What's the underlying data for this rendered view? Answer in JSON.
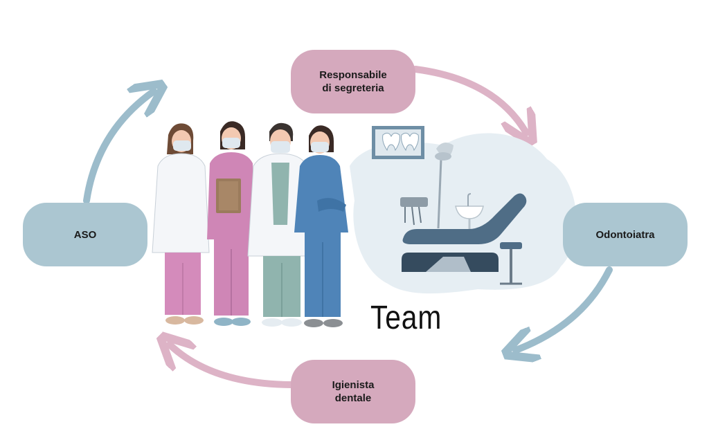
{
  "nodes": {
    "top": "Responsabile\ndi segreteria",
    "right": "Odontoiatra",
    "bottom": "Igienista\ndentale",
    "left": "ASO"
  },
  "center_label": "Team",
  "colors": {
    "pink": "#d5a9bd",
    "blue": "#abc6d1",
    "arrow_pink": "#ddb3c6",
    "arrow_blue": "#9cbccb"
  }
}
